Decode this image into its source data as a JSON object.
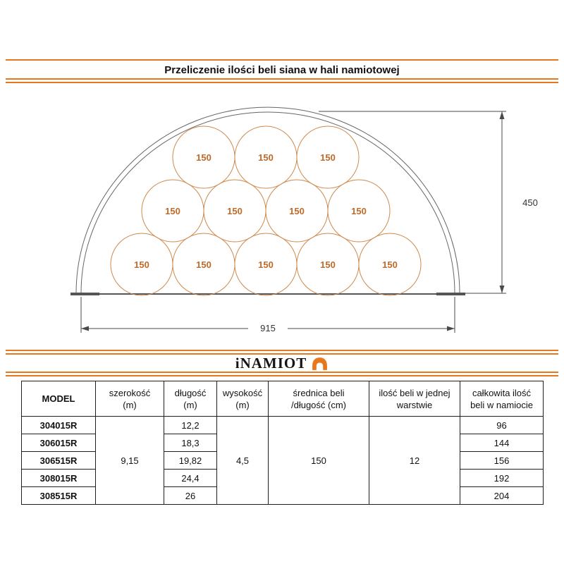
{
  "header": {
    "title": "Przeliczenie ilości beli siana w hali namiotowej"
  },
  "diagram": {
    "bale_label": "150",
    "height_dimension": "450",
    "width_dimension": "915"
  },
  "logo": {
    "text": "iNAMIOT"
  },
  "colors": {
    "accent_orange": "#E8781E",
    "bale_outline": "#CE8A4E",
    "bale_text": "#C06A28",
    "dimension_line": "#4a4a4a"
  },
  "table": {
    "headers": [
      {
        "line1": "MODEL",
        "line2": ""
      },
      {
        "line1": "szerokość",
        "line2": "(m)"
      },
      {
        "line1": "długość",
        "line2": "(m)"
      },
      {
        "line1": "wysokość",
        "line2": "(m)"
      },
      {
        "line1": "średnica beli",
        "line2": "/długość (cm)"
      },
      {
        "line1": "ilość beli w jednej",
        "line2": "warstwie"
      },
      {
        "line1": "całkowita ilość",
        "line2": "beli w namiocie"
      }
    ],
    "shared": {
      "szerokosc": "9,15",
      "wysokosc": "4,5",
      "srednica": "150",
      "ilosc_warstwa": "12"
    },
    "rows": [
      {
        "model": "304015R",
        "dlugosc": "12,2",
        "calkowita": "96"
      },
      {
        "model": "306015R",
        "dlugosc": "18,3",
        "calkowita": "144"
      },
      {
        "model": "306515R",
        "dlugosc": "19,82",
        "calkowita": "156"
      },
      {
        "model": "308015R",
        "dlugosc": "24,4",
        "calkowita": "192"
      },
      {
        "model": "308515R",
        "dlugosc": "26",
        "calkowita": "204"
      }
    ]
  }
}
